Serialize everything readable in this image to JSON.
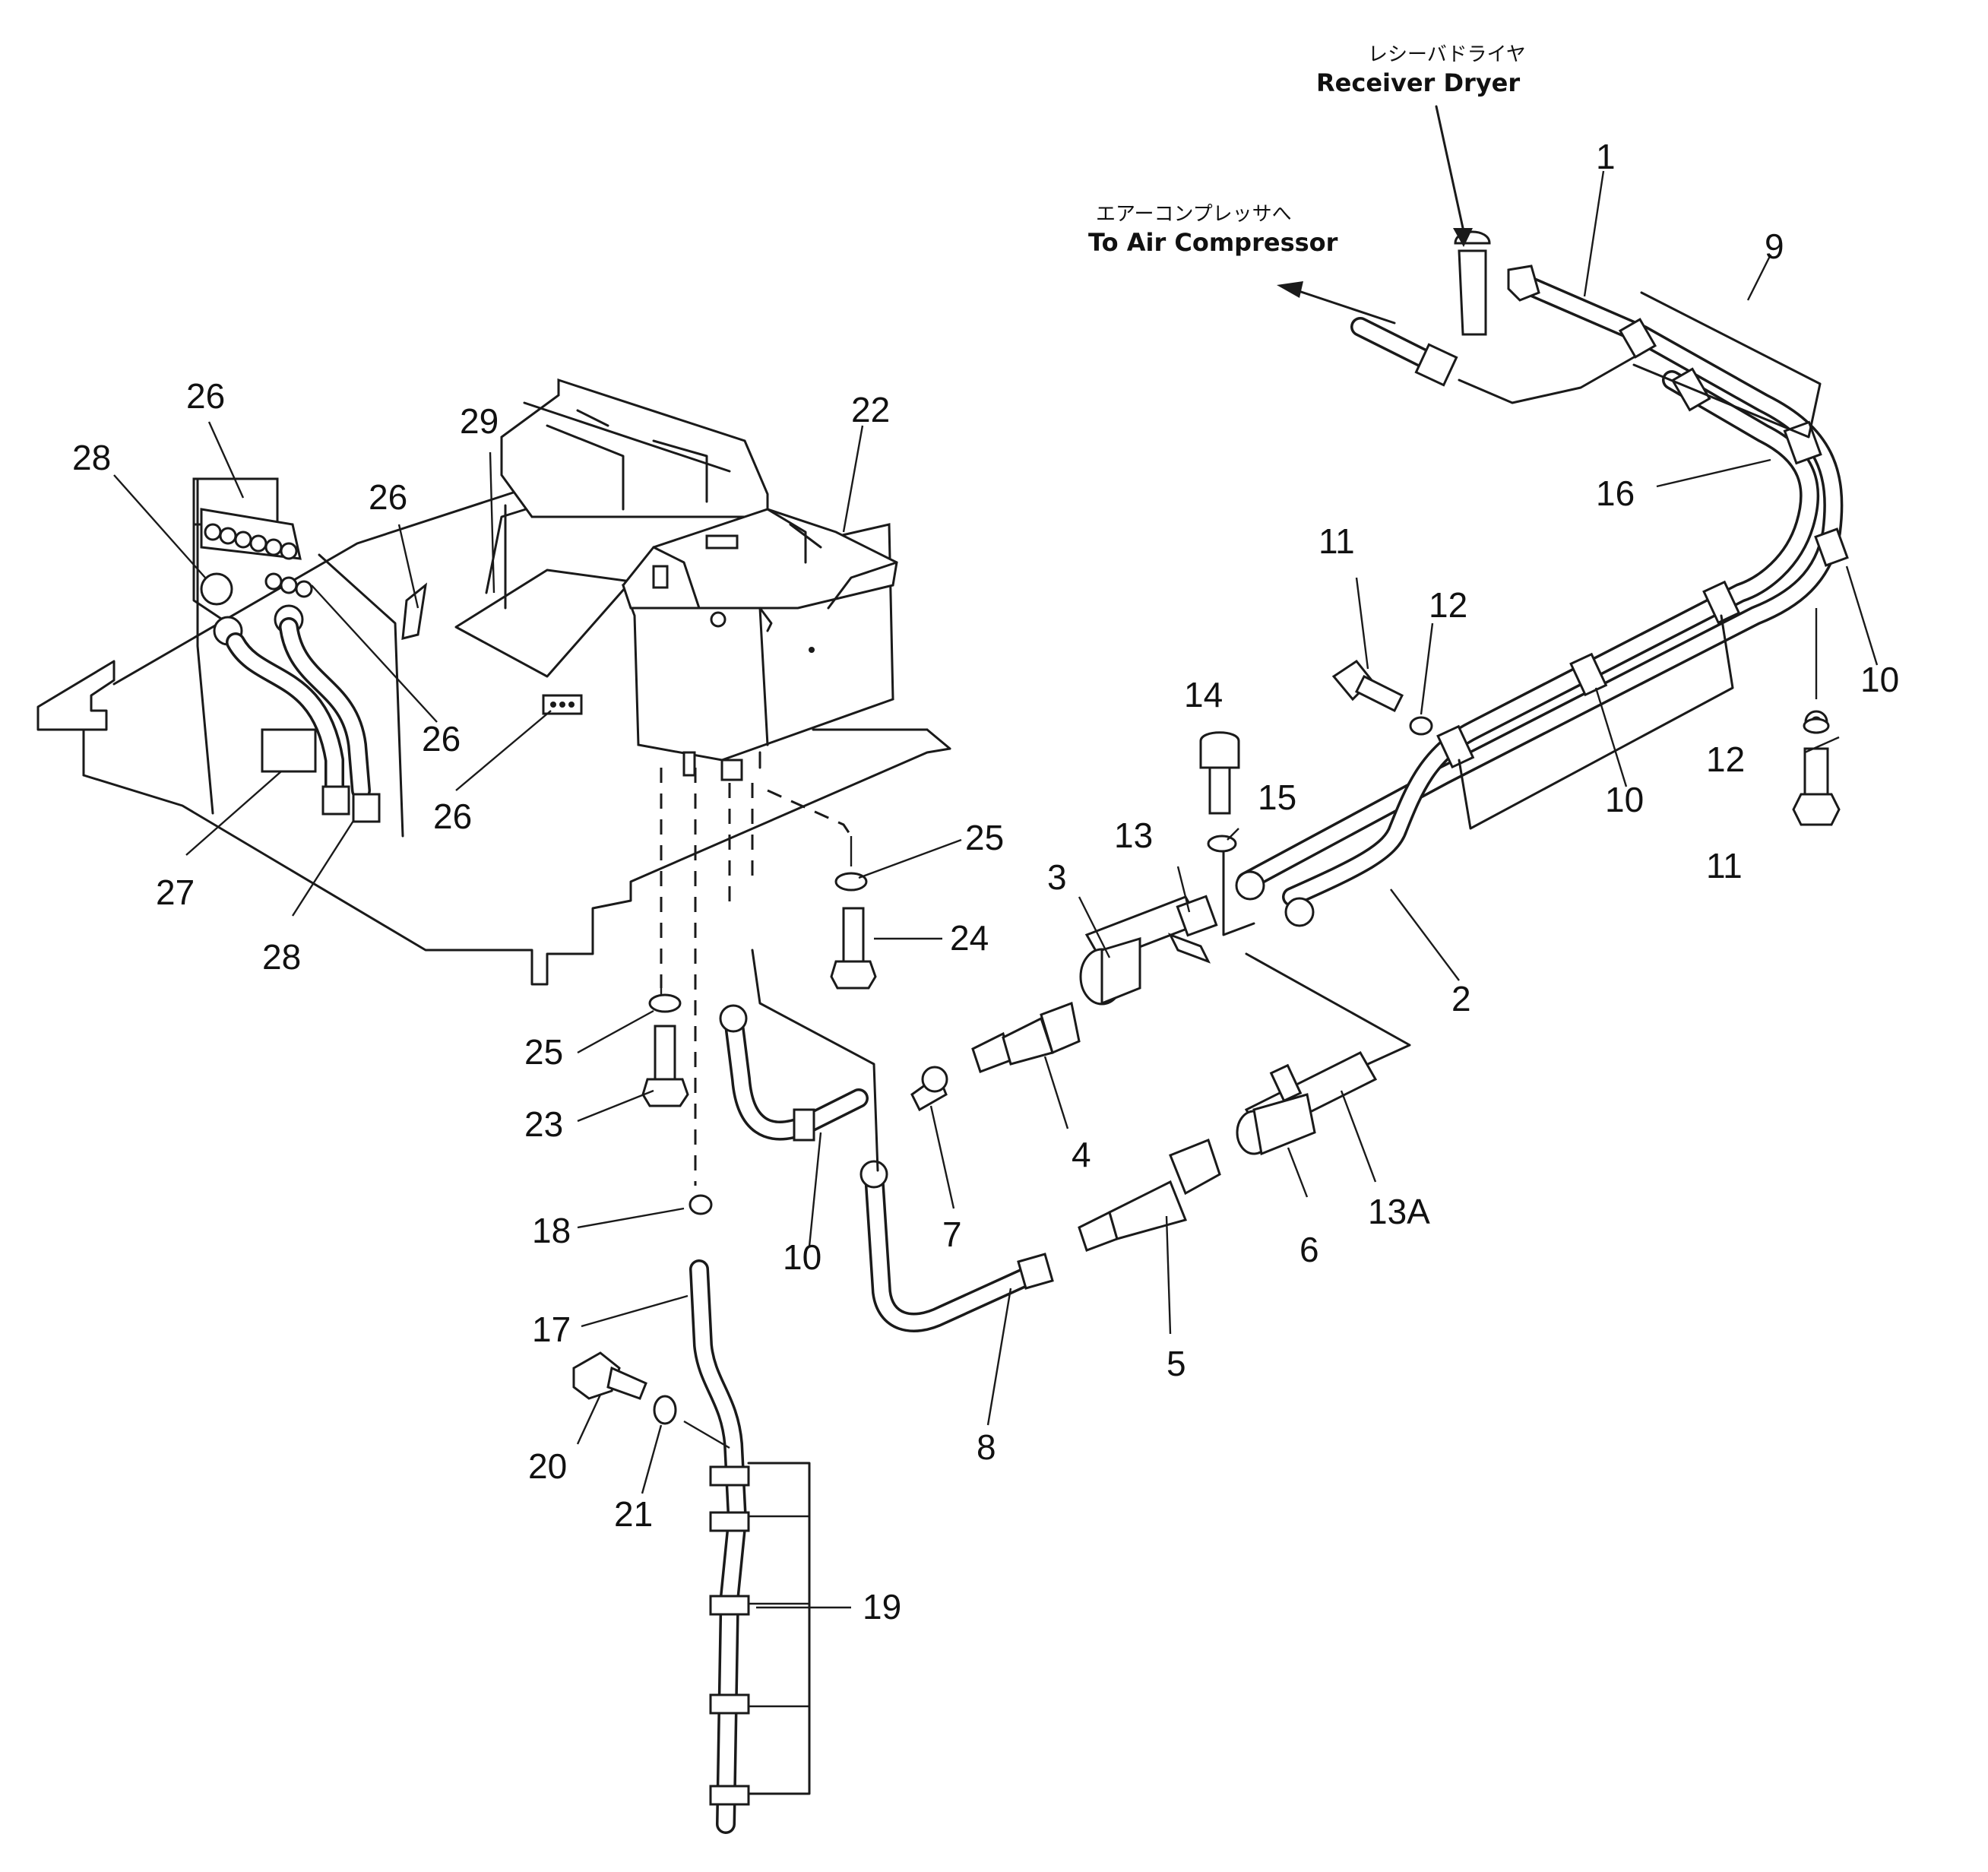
{
  "annotations": {
    "receiver_dryer_jp": "レシーバドライヤ",
    "receiver_dryer_en": "Receiver Dryer",
    "air_compressor_jp": "エアーコンプレッサへ",
    "air_compressor_en": "To Air Compressor"
  },
  "callouts": {
    "n1": "1",
    "n2": "2",
    "n3": "3",
    "n4": "4",
    "n5": "5",
    "n6": "6",
    "n7": "7",
    "n8": "8",
    "n9": "9",
    "n10a": "10",
    "n10b": "10",
    "n10c": "10",
    "n11a": "11",
    "n11b": "11",
    "n12a": "12",
    "n12b": "12",
    "n13": "13",
    "n13a": "13A",
    "n14": "14",
    "n15": "15",
    "n16": "16",
    "n17": "17",
    "n18": "18",
    "n19": "19",
    "n20": "20",
    "n21": "21",
    "n22": "22",
    "n23": "23",
    "n24": "24",
    "n25a": "25",
    "n25b": "25",
    "n26a": "26",
    "n26b": "26",
    "n26c": "26",
    "n26d": "26",
    "n27": "27",
    "n28a": "28",
    "n28b": "28",
    "n29": "29"
  }
}
